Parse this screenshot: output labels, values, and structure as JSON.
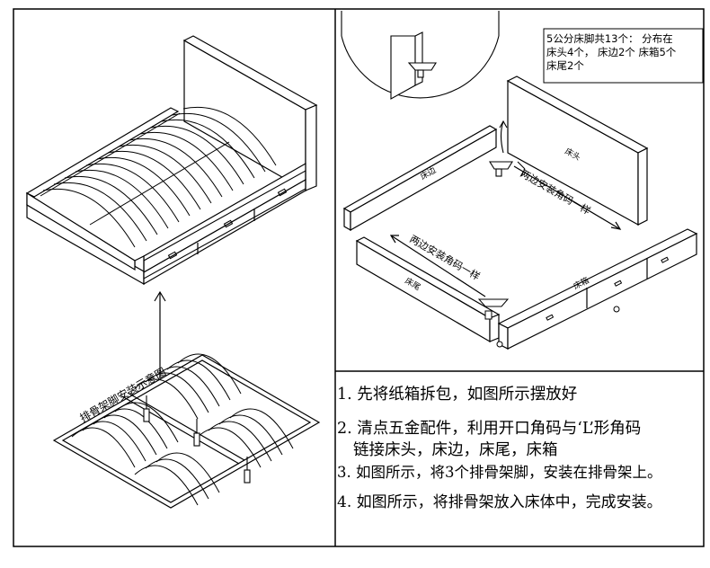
{
  "note": {
    "line1": "5公分床脚共13个：     分布在",
    "line2": "床头4个，  床边2个  床箱5个",
    "line3": "床尾2个"
  },
  "labels": {
    "headboard": "床头",
    "side_rail": "床边",
    "foot": "床尾",
    "storage_box": "床箱",
    "corner_note_top": "两边安装角码一样",
    "corner_note_bottom": "两边安装角码一样",
    "slat_frame_caption": "排骨架脚安装示意图"
  },
  "steps": [
    "1. 先将纸箱拆包，如图所示摆放好",
    "2. 清点五金配件，利用开口角码与‘L’形角码",
    "链接床头，床边，床尾，床箱",
    "3. 如图所示，将3个排骨架脚，安装在排骨架上。",
    "4. 如图所示，将排骨架放入床体中，完成安装。"
  ]
}
